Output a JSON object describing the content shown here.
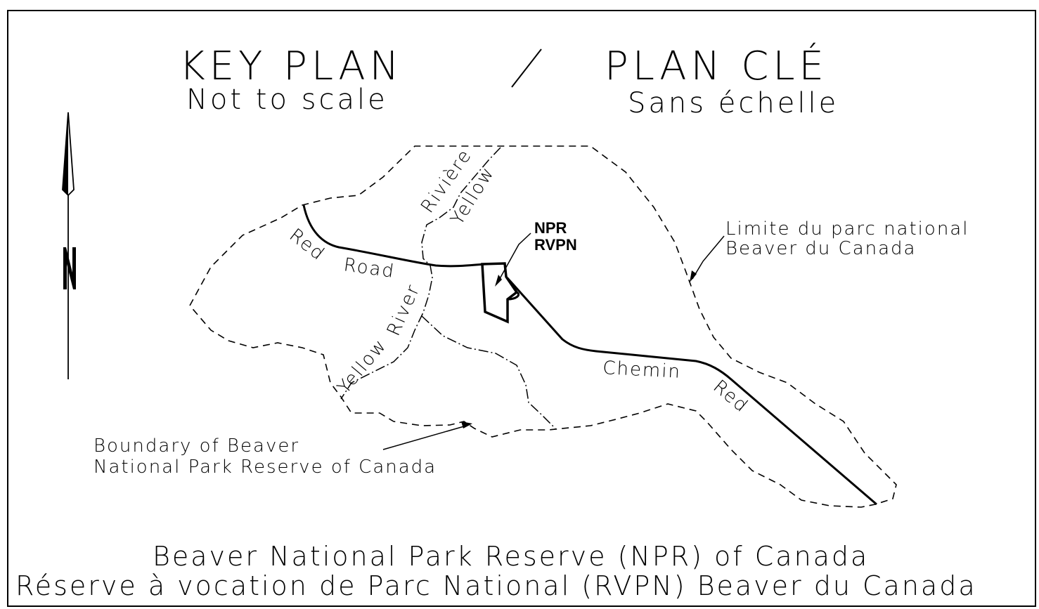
{
  "header": {
    "title_en": "KEY PLAN",
    "separator": "/",
    "title_fr": "PLAN CLÉ",
    "scale_en": "Not to scale",
    "scale_fr": "Sans échelle"
  },
  "map": {
    "river_label_fr_1": "Rivière",
    "river_label_fr_2": "Yellow",
    "river_label_en_1": "Yellow",
    "river_label_en_2": "River",
    "road_label_en_1": "Red",
    "road_label_en_2": "Road",
    "road_label_fr_1": "Chemin",
    "road_label_fr_2": "Red",
    "site_label_1": "NPR",
    "site_label_2": "RVPN",
    "boundary_fr_1": "Limite du parc national",
    "boundary_fr_2": "Beaver du Canada",
    "boundary_en_1": "Boundary of Beaver",
    "boundary_en_2": "National Park Reserve of Canada",
    "north_letter": "N"
  },
  "footer": {
    "line_en": "Beaver National Park Reserve (NPR) of Canada",
    "line_fr": "Réserve à vocation de Parc National (RVPN) Beaver du Canada"
  }
}
